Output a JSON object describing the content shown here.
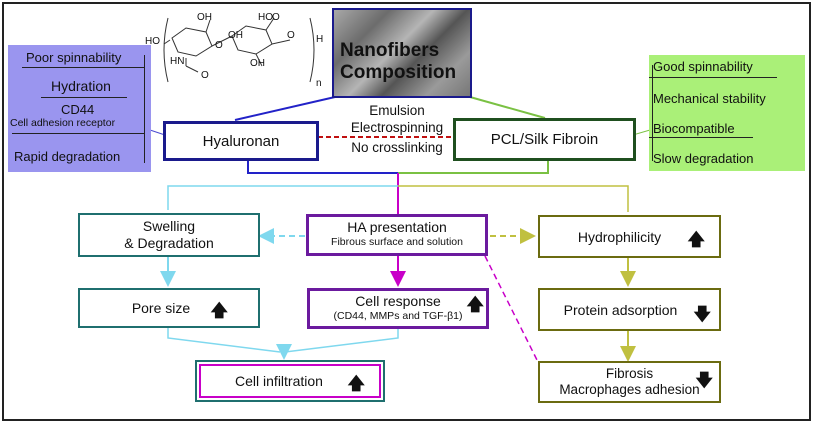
{
  "molecule": {
    "labels": [
      "HO",
      "OH",
      "HN",
      "OH",
      "HO",
      "OH",
      "O",
      "O",
      "O",
      "O",
      "H",
      "n"
    ]
  },
  "nanofibers": {
    "line1": "Nanofibers",
    "line2": "Composition"
  },
  "left_panel": {
    "items": [
      "Poor spinnability",
      "Hydration",
      "CD44",
      "Cell adhesion receptor",
      "Rapid degradation"
    ]
  },
  "right_panel": {
    "items": [
      "Good spinnability",
      "Mechanical stability",
      "Biocompatible",
      "Slow degradation"
    ]
  },
  "hyaluronan": {
    "label": "Hyaluronan"
  },
  "pcl": {
    "label": "PCL/Silk Fibroin"
  },
  "method": {
    "line1": "Emulsion",
    "line2": "Electrospinning",
    "line3": "No crosslinking"
  },
  "swelling": {
    "line1": "Swelling",
    "line2": "& Degradation"
  },
  "ha_presentation": {
    "line1": "HA presentation",
    "line2": "Fibrous surface and solution"
  },
  "hydrophilicity": {
    "label": "Hydrophilicity",
    "arrow": "🡅"
  },
  "pore_size": {
    "label": "Pore size",
    "arrow": "🡅"
  },
  "cell_response": {
    "line1": "Cell response",
    "line2": "(CD44, MMPs and TGF-β1)",
    "arrow": "🡅"
  },
  "protein_adsorption": {
    "label": "Protein adsorption",
    "arrow": "🡇"
  },
  "cell_infiltration": {
    "label": "Cell infiltration",
    "arrow": "🡅"
  },
  "fibrosis": {
    "line1": "Fibrosis",
    "line2": "Macrophages adhesion",
    "arrow": "🡇"
  },
  "colors": {
    "purple": "#6b1a9e",
    "navy": "#1a1a8c",
    "teal": "#1f6f6f",
    "olive": "#6b6b10",
    "cyan_arrow": "#7fd8ee",
    "magenta": "#c800c8",
    "lime": "#9bd12f",
    "olive_arrow": "#c0c040",
    "left_panel": "#9a95ef",
    "right_panel": "#aaf078"
  }
}
